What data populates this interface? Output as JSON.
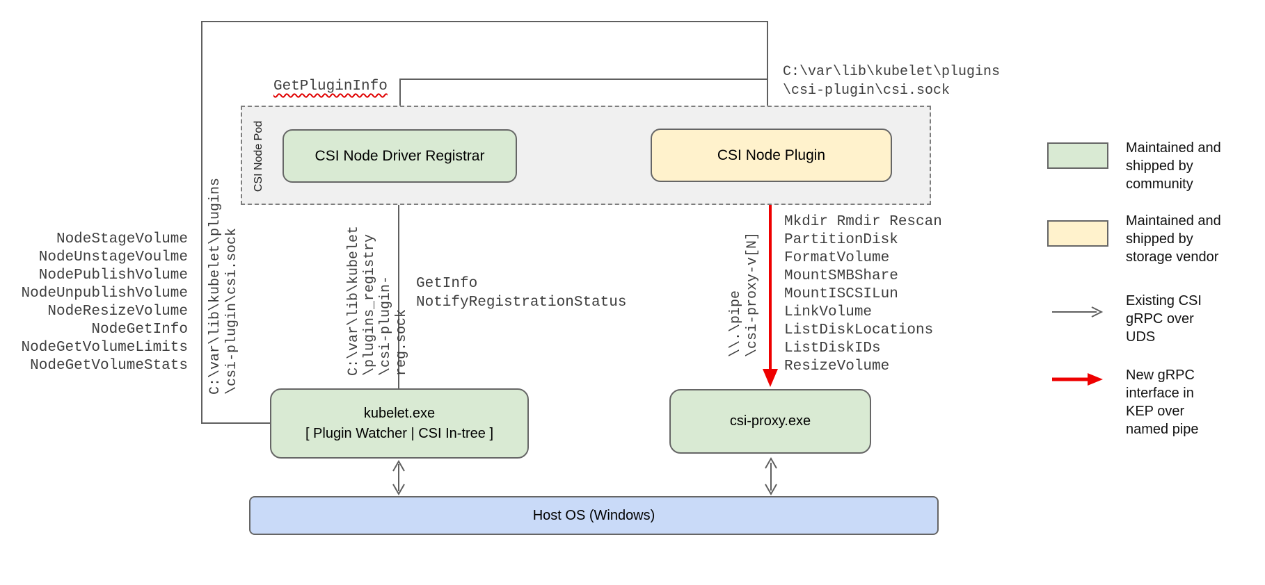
{
  "diagram": {
    "pod_label": "CSI Node Pod",
    "boxes": {
      "registrar": "CSI Node Driver Registrar",
      "plugin": "CSI Node Plugin",
      "kubelet_line1": "kubelet.exe",
      "kubelet_line2": "[ Plugin Watcher | CSI In-tree ]",
      "csi_proxy": "csi-proxy.exe",
      "host_os": "Host OS (Windows)"
    },
    "labels": {
      "get_plugin_info": "GetPluginInfo",
      "registration_calls": [
        "GetInfo",
        "NotifyRegistrationStatus"
      ],
      "csi_sock_path": [
        "C:\\var\\lib\\kubelet\\plugins",
        "\\csi-plugin\\csi.sock"
      ],
      "csi_sock_path_vertical": [
        "C:\\var\\lib\\kubelet\\plugins",
        "\\csi-plugin\\csi.sock"
      ],
      "reg_sock_path_vertical": [
        "C:\\var\\lib\\kubelet",
        "\\plugins_registry",
        "\\csi-plugin-reg.sock"
      ],
      "named_pipe_vertical": [
        "\\\\.\\pipe",
        "\\csi-proxy-v[N]"
      ]
    },
    "node_calls": [
      "NodeStageVolume",
      "NodeUnstageVoulme",
      "NodePublishVolume",
      "NodeUnpublishVolume",
      "NodeResizeVolume",
      "NodeGetInfo",
      "NodeGetVolumeLimits",
      "NodeGetVolumeStats"
    ],
    "proxy_ops": [
      "Mkdir Rmdir Rescan",
      "PartitionDisk",
      "FormatVolume",
      "MountSMBShare",
      "MountISCSILun",
      "LinkVolume",
      "ListDiskLocations",
      "ListDiskIDs",
      "ResizeVolume"
    ]
  },
  "legend": {
    "items": [
      {
        "swatch": "green-box",
        "lines": [
          "Maintained and",
          "shipped by",
          "community"
        ]
      },
      {
        "swatch": "yellow-box",
        "lines": [
          "Maintained and",
          "shipped by",
          "storage vendor"
        ]
      },
      {
        "swatch": "gray-arrow",
        "lines": [
          "Existing CSI",
          "gRPC over",
          "UDS"
        ]
      },
      {
        "swatch": "red-arrow",
        "lines": [
          "New gRPC",
          "interface in",
          "KEP over",
          "named pipe"
        ]
      }
    ]
  },
  "colors": {
    "community_green": "#d9ead3",
    "vendor_yellow": "#fff2cc",
    "host_blue": "#c9daf8",
    "pod_fill": "#f0f0f0",
    "box_border": "#666666",
    "uds_arrow_gray": "#5f5f5f",
    "pipe_arrow_red": "#ee0000",
    "squiggle_red": "#e00000",
    "mono_text": "#3d3d3d"
  }
}
